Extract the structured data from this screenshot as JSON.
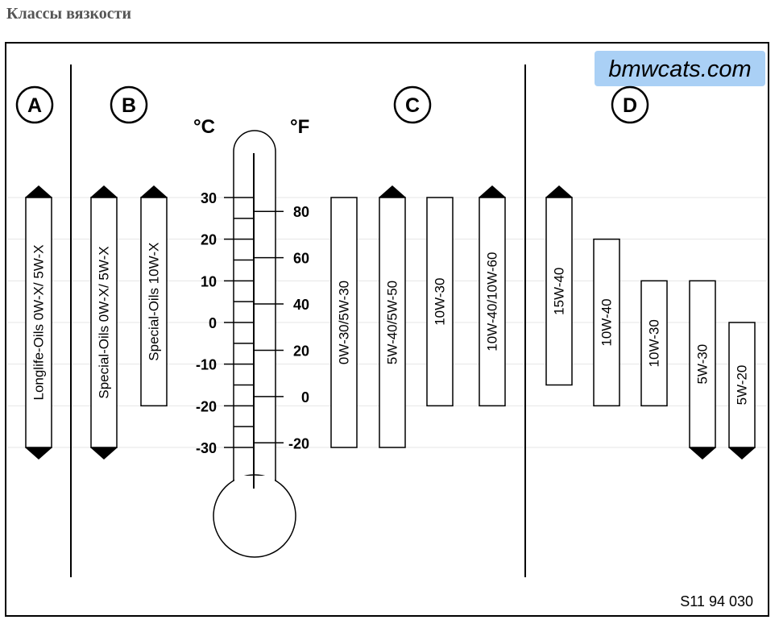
{
  "page_title": "Классы вязкости",
  "watermark": "bmwcats.com",
  "figure_code": "S11 94 030",
  "units": {
    "celsius": "°C",
    "fahrenheit": "°F"
  },
  "celsius_ticks": [
    30,
    20,
    10,
    0,
    -10,
    -20,
    -30
  ],
  "fahrenheit_ticks": [
    80,
    60,
    40,
    20,
    0,
    -20
  ],
  "groups": [
    {
      "letter": "A",
      "bars": [
        {
          "label": "Longlife-Oils 0W-X/ 5W-X",
          "max_c": 30,
          "min_c": -30,
          "arrow_up": true,
          "arrow_down": true
        }
      ]
    },
    {
      "letter": "B",
      "bars": [
        {
          "label": "Special-Oils 0W-X/ 5W-X",
          "max_c": 30,
          "min_c": -30,
          "arrow_up": true,
          "arrow_down": true
        },
        {
          "label": "Special-Oils 10W-X",
          "max_c": 30,
          "min_c": -20,
          "arrow_up": true,
          "arrow_down": false
        }
      ]
    },
    {
      "letter": "C",
      "bars": [
        {
          "label": "0W-30/5W-30",
          "max_c": 30,
          "min_c": -30,
          "arrow_up": false,
          "arrow_down": false
        },
        {
          "label": "5W-40/5W-50",
          "max_c": 30,
          "min_c": -30,
          "arrow_up": true,
          "arrow_down": false
        },
        {
          "label": "10W-30",
          "max_c": 30,
          "min_c": -20,
          "arrow_up": false,
          "arrow_down": false
        },
        {
          "label": "10W-40/10W-60",
          "max_c": 30,
          "min_c": -20,
          "arrow_up": true,
          "arrow_down": false
        }
      ]
    },
    {
      "letter": "D",
      "bars": [
        {
          "label": "15W-40",
          "max_c": 30,
          "min_c": -15,
          "arrow_up": true,
          "arrow_down": false
        },
        {
          "label": "10W-40",
          "max_c": 20,
          "min_c": -20,
          "arrow_up": false,
          "arrow_down": false
        },
        {
          "label": "10W-30",
          "max_c": 10,
          "min_c": -20,
          "arrow_up": false,
          "arrow_down": false
        },
        {
          "label": "5W-30",
          "max_c": 10,
          "min_c": -30,
          "arrow_up": false,
          "arrow_down": true
        },
        {
          "label": "5W-20",
          "max_c": 0,
          "min_c": -30,
          "arrow_up": false,
          "arrow_down": true
        }
      ]
    }
  ]
}
